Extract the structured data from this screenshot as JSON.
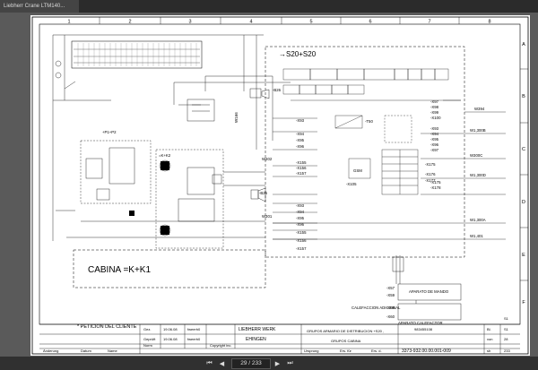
{
  "window": {
    "tab_title": "Liebherr Crane LTM140..."
  },
  "sheet": {
    "columns": [
      "1",
      "2",
      "3",
      "4",
      "5",
      "6",
      "7",
      "8"
    ],
    "rows": [
      "A",
      "B",
      "C",
      "D",
      "E",
      "F"
    ],
    "block_title": "→S20+S20",
    "cabina_label": "CABINA =K+K1",
    "peticion": "* PETICION DEL CLIENTE",
    "calefaccion": "CALEFACCION ADICIONAL",
    "aparato_mando": "APARATO DE MANDO",
    "aparato_cal": "APARATO CALEFACTOR",
    "labels": {
      "x97": "-X97",
      "x98": "-X98",
      "x99": "-X99",
      "x100": "-X100",
      "x93": "-X93",
      "x94": "-X94",
      "x95": "-X95",
      "x96": "-X96",
      "x97b": "-X97",
      "x93b": "-X93",
      "x94b": "-X94",
      "x95b": "-X95",
      "x96b": "-X96",
      "x155": "-X155",
      "x156": "-X156",
      "x157": "-X157",
      "t50": "-T50",
      "b26": "-B26",
      "b25": "-B25",
      "gsm": "GSM",
      "x105": "-X105",
      "k2": "=K+K2",
      "p1p2": "+P1+P2",
      "w394": "W394",
      "w300b": "W1,300B",
      "w300c": "W300C",
      "w300d": "W1,300D",
      "w300a": "W1,300A",
      "w401": "W1,401",
      "w166": "W166",
      "w302": "W302",
      "w301": "W301",
      "x175": "-X175",
      "x176": "-X176",
      "x177": "-X177",
      "x175b": "-X175",
      "x178": "-X178",
      "x57": "-X57",
      "x59": "-X59",
      "x58": "-X58",
      "x60": "-X60"
    },
    "titleblock": {
      "gez": "Gez.",
      "gepr": "Geprüft",
      "norm": "Norm",
      "date1": "19.06.08",
      "date2": "19.06.08",
      "name1": "fweerh0",
      "name2": "fweerh0",
      "company1": "LIEBHERR WERK",
      "company2": "EHINGEN",
      "copyright": "Copyright inc.",
      "desc1": "GRUPOS ARMARIO DE DISTRIBUCION +S20 ,",
      "desc2": "GRUPOS CABINA",
      "drawing_no": "983455108",
      "doc_no": "3373-932.00.00.001-009",
      "bl_label": "Bl.",
      "bl_value": "S1",
      "von_label": "von",
      "von_value": "28",
      "sh_label": "sh",
      "sh_value": "233",
      "aenderung": "Änderung",
      "datum": "Datum",
      "name": "Name",
      "ursprung": "Ursprung",
      "ers_fur": "Ers. für",
      "ers_d": "Ers. d.",
      "first_label": "S1"
    }
  },
  "status": {
    "page_value": "29 / 233",
    "nav_first": "⏮",
    "nav_prev": "◀",
    "nav_next": "▶",
    "nav_last": "⏭"
  }
}
